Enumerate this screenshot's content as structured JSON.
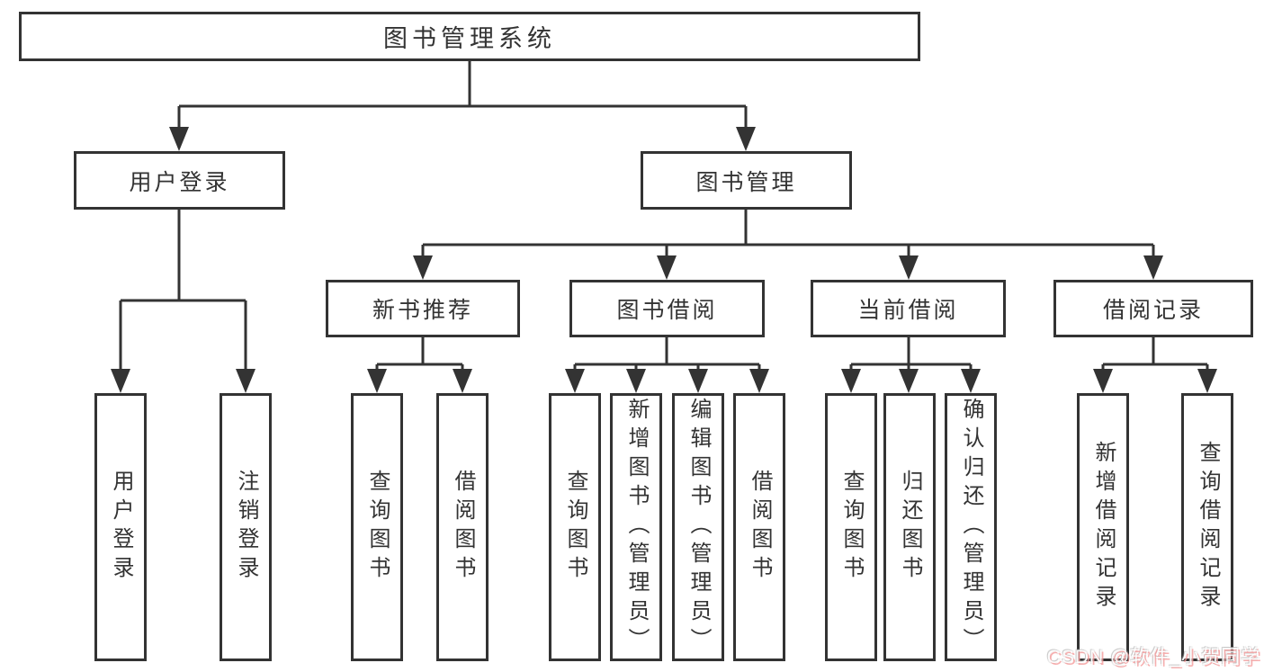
{
  "colors": {
    "line": "#333333",
    "text": "#333333",
    "background": "#ffffff",
    "watermark_fill": "#ffffff",
    "watermark_shadow": "#f49696"
  },
  "watermark": {
    "text": "CSDN @软件_小贺同学"
  },
  "tree": {
    "root": {
      "label": "图书管理系统",
      "children": [
        {
          "label": "用户登录",
          "children": [
            {
              "label": "用户登录"
            },
            {
              "label": "注销登录"
            }
          ]
        },
        {
          "label": "图书管理",
          "children": [
            {
              "label": "新书推荐",
              "children": [
                {
                  "label": "查询图书"
                },
                {
                  "label": "借阅图书"
                }
              ]
            },
            {
              "label": "图书借阅",
              "children": [
                {
                  "label": "查询图书"
                },
                {
                  "label": "新增图书（管理员）"
                },
                {
                  "label": "编辑图书（管理员）"
                },
                {
                  "label": "借阅图书"
                }
              ]
            },
            {
              "label": "当前借阅",
              "children": [
                {
                  "label": "查询图书"
                },
                {
                  "label": "归还图书"
                },
                {
                  "label": "确认归还（管理员）"
                }
              ]
            },
            {
              "label": "借阅记录",
              "children": [
                {
                  "label": "新增借阅记录"
                },
                {
                  "label": "查询借阅记录"
                }
              ]
            }
          ]
        }
      ]
    }
  }
}
